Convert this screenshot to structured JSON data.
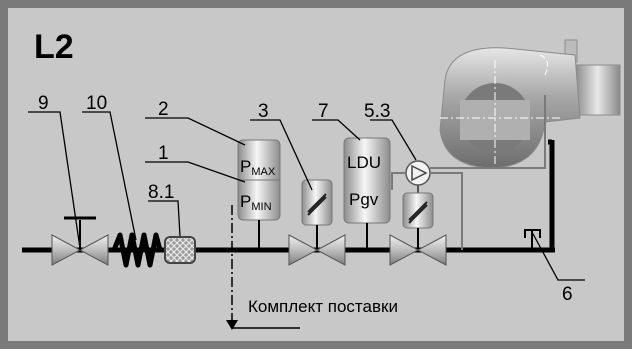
{
  "diagram": {
    "title": "L2",
    "callouts": {
      "c9": "9",
      "c10": "10",
      "c81": "8.1",
      "c2": "2",
      "c1": "1",
      "c3": "3",
      "c7": "7",
      "c53": "5.3",
      "c6": "6"
    },
    "pressure_switch": {
      "max_main": "P",
      "max_sub": "MAX",
      "min_main": "P",
      "min_sub": "MIN"
    },
    "leak_unit": {
      "top": "LDU",
      "bottom": "Pgv"
    },
    "scope_label": "Комплект поставки",
    "colors": {
      "background": "#c8c8c8",
      "frame": "#7a7a7a",
      "pipe": "#000000",
      "device_light": "#f4f4f4",
      "device_dark": "#8a8a8a"
    }
  }
}
